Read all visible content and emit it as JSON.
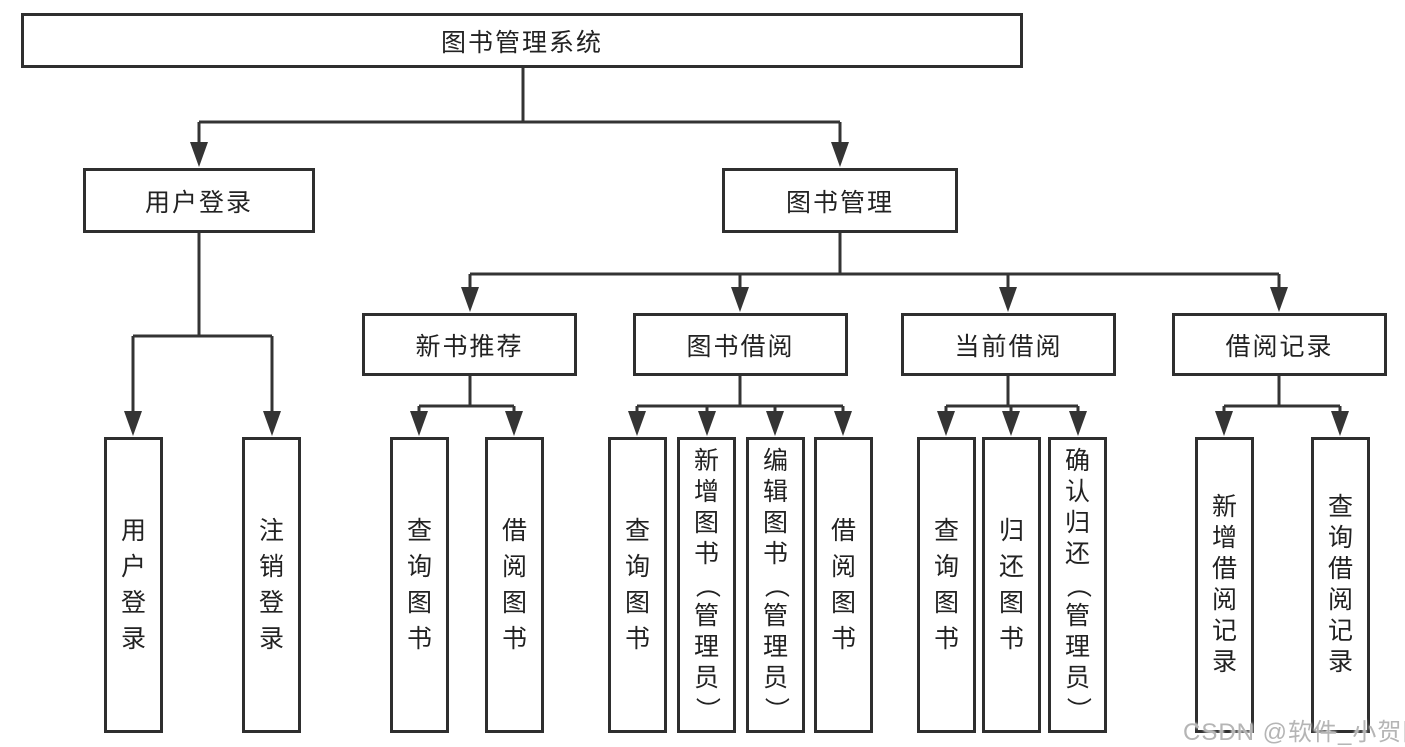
{
  "diagram": {
    "tree": {
      "label": "图书管理系统",
      "children": [
        {
          "label": "用户登录",
          "children": [
            {
              "label": "用户登录"
            },
            {
              "label": "注销登录"
            }
          ]
        },
        {
          "label": "图书管理",
          "children": [
            {
              "label": "新书推荐",
              "children": [
                {
                  "label": "查询图书"
                },
                {
                  "label": "借阅图书"
                }
              ]
            },
            {
              "label": "图书借阅",
              "children": [
                {
                  "label": "查询图书"
                },
                {
                  "label": "新增图书（管理员）"
                },
                {
                  "label": "编辑图书（管理员）"
                },
                {
                  "label": "借阅图书"
                }
              ]
            },
            {
              "label": "当前借阅",
              "children": [
                {
                  "label": "查询图书"
                },
                {
                  "label": "归还图书"
                },
                {
                  "label": "确认归还（管理员）"
                }
              ]
            },
            {
              "label": "借阅记录",
              "children": [
                {
                  "label": "新增借阅记录"
                },
                {
                  "label": "查询借阅记录"
                }
              ]
            }
          ]
        }
      ]
    },
    "watermark": "CSDN @软件_小贺同学",
    "colors": {
      "line": "#343434",
      "box_border": "#2f2f2f",
      "box_background": "#ffffff",
      "text": "#222222",
      "watermark": "#b5b5b5"
    }
  }
}
